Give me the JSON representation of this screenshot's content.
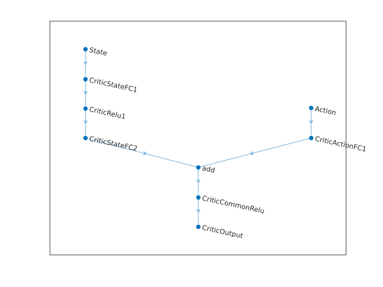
{
  "graph": {
    "nodes": [
      {
        "id": "State",
        "label": "State"
      },
      {
        "id": "CriticStateFC1",
        "label": "CriticStateFC1"
      },
      {
        "id": "CriticRelu1",
        "label": "CriticRelu1"
      },
      {
        "id": "CriticStateFC2",
        "label": "CriticStateFC2"
      },
      {
        "id": "Action",
        "label": "Action"
      },
      {
        "id": "CriticActionFC1",
        "label": "CriticActionFC1"
      },
      {
        "id": "add",
        "label": "add"
      },
      {
        "id": "CriticCommonRelu",
        "label": "CriticCommonRelu"
      },
      {
        "id": "CriticOutput",
        "label": "CriticOutput"
      }
    ],
    "edges": [
      {
        "from": "State",
        "to": "CriticStateFC1"
      },
      {
        "from": "CriticStateFC1",
        "to": "CriticRelu1"
      },
      {
        "from": "CriticRelu1",
        "to": "CriticStateFC2"
      },
      {
        "from": "CriticStateFC2",
        "to": "add"
      },
      {
        "from": "Action",
        "to": "CriticActionFC1"
      },
      {
        "from": "CriticActionFC1",
        "to": "add"
      },
      {
        "from": "add",
        "to": "CriticCommonRelu"
      },
      {
        "from": "CriticCommonRelu",
        "to": "CriticOutput"
      }
    ],
    "colors": {
      "node": "#0072bd",
      "edge": "#7fb7dc",
      "frame": "#262626",
      "text": "#262626"
    }
  }
}
